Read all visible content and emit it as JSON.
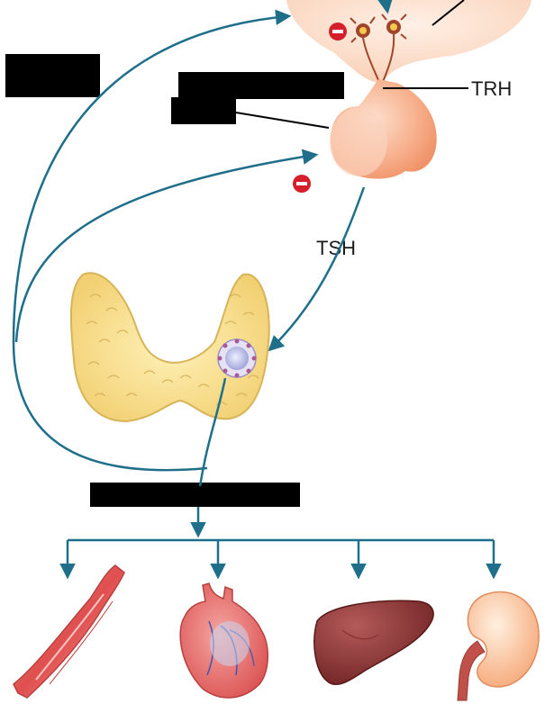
{
  "labels": {
    "trh": "TRH",
    "tsh": "TSH"
  },
  "redacted_labels": 5,
  "colors": {
    "feedback_arrow": "#1f6f8b",
    "nerve": "#a0442b",
    "pituitary": "#f5a07a",
    "hypothalamus": "#f9d9c2",
    "thyroid": "#f7de8b",
    "inhibit_badge": "#d51f2a"
  },
  "icons": [
    "hypothalamus",
    "pituitary-gland",
    "thyroid-gland",
    "muscle",
    "heart",
    "liver",
    "kidney"
  ]
}
